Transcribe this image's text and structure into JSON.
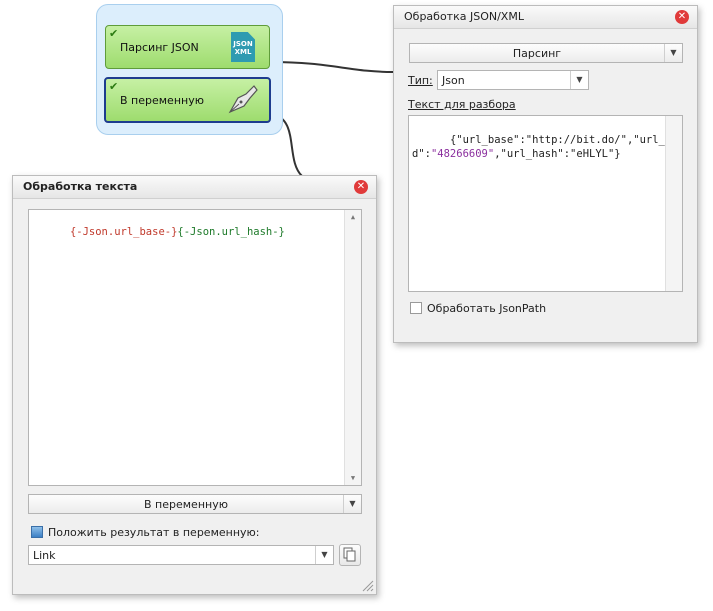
{
  "nodes": [
    {
      "label": "Парсинг JSON",
      "icon": "json-xml-icon",
      "icon_text": "JSON\nXML",
      "status": "check-icon"
    },
    {
      "label": "В переменную",
      "icon": "pen-nib-icon",
      "status": "check-icon"
    }
  ],
  "json_panel": {
    "title": "Обработка JSON/XML",
    "action_value": "Парсинг",
    "type_label": "Тип:",
    "type_value": "Json",
    "text_label": "Текст для разбора",
    "text_line1": "{\"url_base\":\"http://bit.do/\",\"url_i",
    "text_line2_a": "d\":",
    "text_line2_num": "\"48266609\"",
    "text_line2_b": ",\"url_hash\":\"eHLYL\"}",
    "jsonpath_label": "Обработать JsonPath"
  },
  "text_panel": {
    "title": "Обработка текста",
    "text_part1": "{-Json.url_base-}",
    "text_part2": "{-Json.url_hash-}",
    "action_value": "В переменную",
    "save_label": "Положить результат в переменную:",
    "variable_value": "Link"
  },
  "colors": {
    "node_fill": "#9edc6e",
    "selected_border": "#1d3c8f",
    "close": "#e03a3a",
    "json_number": "#8b2f9e",
    "var_red": "#c0392b",
    "var_green": "#1e7a2a"
  }
}
